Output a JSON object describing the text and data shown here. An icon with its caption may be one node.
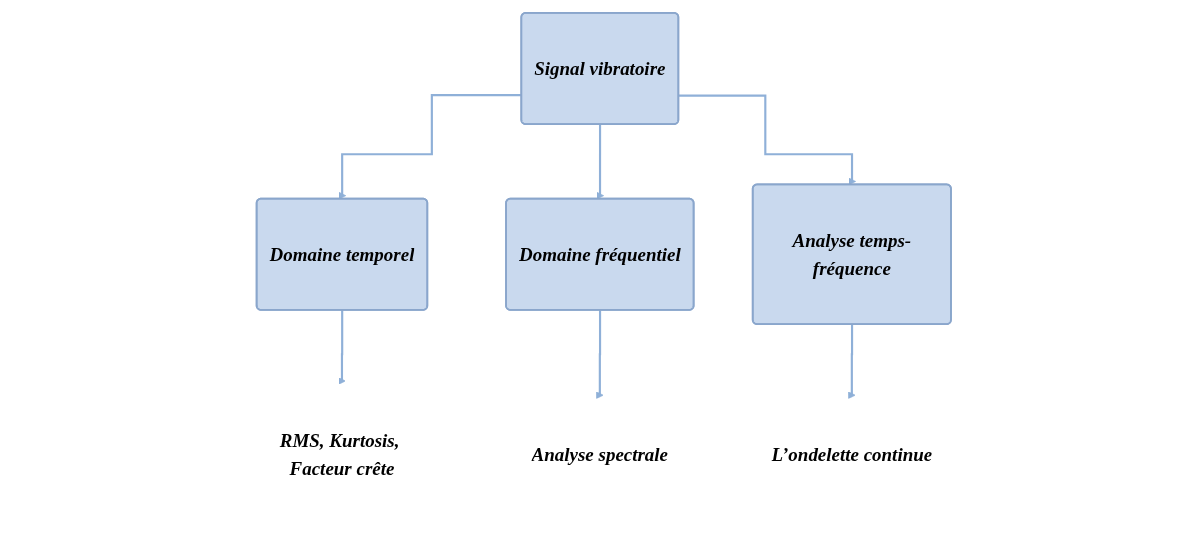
{
  "diagram": {
    "nodes": [
      {
        "text": [
          "Signal vibratoire"
        ]
      },
      {
        "text": [
          "Domaine temporel"
        ]
      },
      {
        "text": [
          "Domaine fréquentiel"
        ]
      },
      {
        "text": [
          "Analyse temps-fréquence"
        ]
      },
      {
        "text": [
          "RMS, Kurtosis, Facteur crête"
        ]
      },
      {
        "text": [
          "Analyse spectrale"
        ]
      },
      {
        "text": [
          "L’ondelette continue"
        ]
      }
    ],
    "edges": [
      {
        "from": 0,
        "to": 1,
        "arrow": "to"
      },
      {
        "from": 0,
        "to": 2,
        "arrow": "to"
      },
      {
        "from": 0,
        "to": 3,
        "arrow": "to"
      },
      {
        "from": 1,
        "to": 4,
        "arrow": "to"
      },
      {
        "from": 2,
        "to": 5,
        "arrow": "to"
      },
      {
        "from": 3,
        "to": 6,
        "arrow": "to"
      }
    ]
  }
}
